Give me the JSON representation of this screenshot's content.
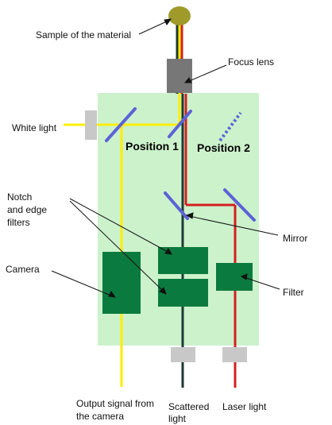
{
  "labels": {
    "sample": "Sample of the material",
    "focus_lens": "Focus lens",
    "white_light": "White light",
    "position_1": "Position 1",
    "position_2": "Position 2",
    "notch_line1": "Notch",
    "notch_line2": "and edge",
    "notch_line3": "filters",
    "mirror": "Mirror",
    "camera": "Camera",
    "filter": "Filter",
    "output_line1": "Output signal from",
    "output_line2": "the camera",
    "scattered_line1": "Scattered",
    "scattered_line2": "light",
    "laser_light": "Laser light"
  },
  "colors": {
    "panel": "#ccf2cc",
    "component": "#0b7a3e",
    "mirror": "#5c63d6",
    "yellow_beam": "#ffee00",
    "red_beam": "#d42020",
    "dark_beam": "#1d3a33",
    "port_gray": "#c8c8c8",
    "lens_gray": "#777777",
    "sample": "#a09a2a"
  }
}
